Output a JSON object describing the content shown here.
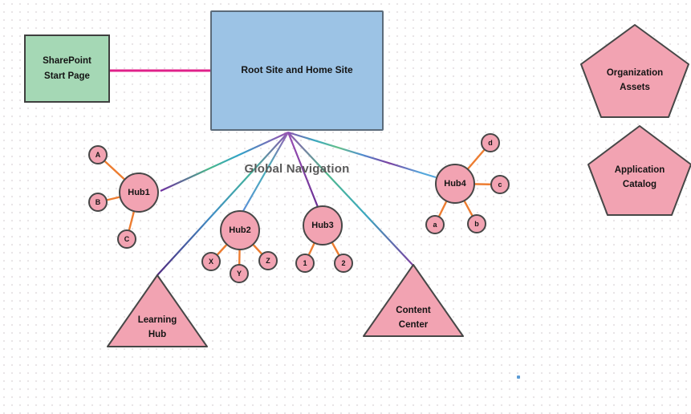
{
  "diagram": {
    "start_page": {
      "line1": "SharePoint",
      "line2": "Start Page"
    },
    "root_site": {
      "label": "Root Site and Home Site"
    },
    "global_navigation": {
      "label": "Global Navigation"
    },
    "hubs": [
      {
        "label": "Hub1",
        "satellites": [
          "A",
          "B",
          "C"
        ]
      },
      {
        "label": "Hub2",
        "satellites": [
          "X",
          "Y",
          "Z"
        ]
      },
      {
        "label": "Hub3",
        "satellites": [
          "1",
          "2"
        ]
      },
      {
        "label": "Hub4",
        "satellites": [
          "a",
          "b",
          "c",
          "d"
        ]
      }
    ],
    "triangles": [
      {
        "line1": "Learning",
        "line2": "Hub"
      },
      {
        "line1": "Content",
        "line2": "Center"
      }
    ],
    "pentagons": [
      {
        "line1": "Organization",
        "line2": "Assets"
      },
      {
        "line1": "Application",
        "line2": "Catalog"
      }
    ]
  },
  "colors": {
    "box_green": "#a5d8b5",
    "box_blue": "#9cc3e5",
    "shape_pink": "#f2a3b2",
    "shape_border": "#474747",
    "connector_pink": "#e0218a",
    "satellite_line_orange": "#ed7d31",
    "nav_text_gray": "#5a5a5a",
    "gradient_purple": "#7030a0",
    "gradient_teal": "#3aa8c0",
    "gradient_green": "#5fb98a",
    "gradient_blue": "#5b8fd8"
  }
}
